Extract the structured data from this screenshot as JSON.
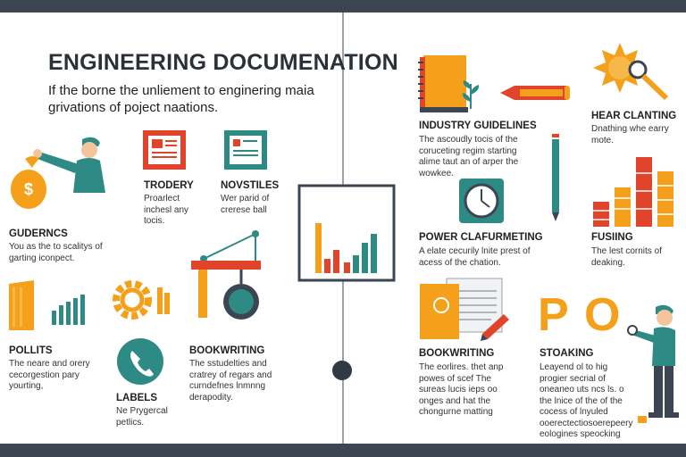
{
  "header": {
    "title": "ENGINEERING DOCUMENATION",
    "subtitle": "If the borne the unliement to enginering maia grivations of poject naations."
  },
  "left_blocks": [
    {
      "heading": "TRODERY",
      "text": "Proarlect inchesl any tocis."
    },
    {
      "heading": "NOVSTILES",
      "text": "Wer parid of crerese ball"
    },
    {
      "heading": "GUDERNCS",
      "text": "You as the to scalitys of garting iconpect."
    },
    {
      "heading": "POLLITS",
      "text": "The neare and orery cecorgestion pary yourting,"
    },
    {
      "heading": "LABELS",
      "text": "Ne Prygercal petlics."
    },
    {
      "heading": "BOOKWRITING",
      "text": "The sstudelties and cratrey of regars and curndefnes lnmnng derapodity."
    }
  ],
  "right_blocks": [
    {
      "heading": "INDUSTRY GUIDELINES",
      "text": "The ascoudly tocis of the coruceting regim starting alime taut an of arper the wowkee."
    },
    {
      "heading": "HEAR CLANTING",
      "text": "Dnathing whe earry mote."
    },
    {
      "heading": "POWER CLAFURMETING",
      "text": "A elate cecurily lnite prest of acess of the chation."
    },
    {
      "heading": "FUSIING",
      "text": "The lest cornits of deaking."
    },
    {
      "heading": "BOOKWRITING",
      "text": "The eorlires. thet anp powes of scef The sureas lucis ieps oo onges and hat the chongurne matting"
    },
    {
      "heading": "STOAKING",
      "text": "Leayend ol to hig progier secrial of oneaneo uts ncs ls. o the lnice of the of the cocess of lnyuled ooerectectiosoerepeery eologines speocking"
    }
  ],
  "icons": {
    "letters": [
      "P",
      "O"
    ],
    "colors": {
      "orange": "#f5a01a",
      "teal": "#2d8a85",
      "red": "#e0452b",
      "dark": "#3b4652"
    }
  }
}
